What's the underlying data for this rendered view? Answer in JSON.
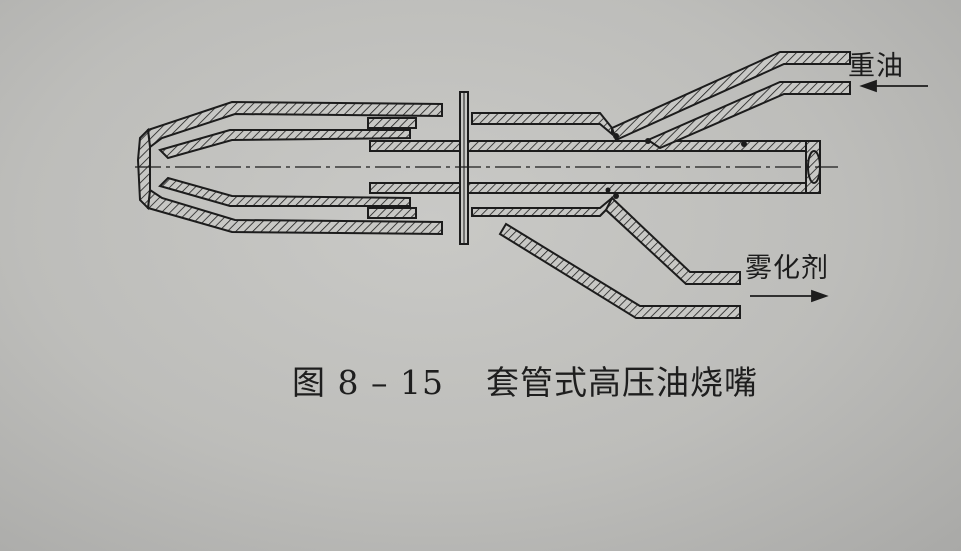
{
  "labels": {
    "heavy_oil": "重油",
    "atomizer": "雾化剂"
  },
  "caption": {
    "number": "图 8 – 15",
    "title": "套管式高压油烧嘴"
  },
  "colors": {
    "ink": "#1c1c1c",
    "paper": "#c4c4c1"
  }
}
